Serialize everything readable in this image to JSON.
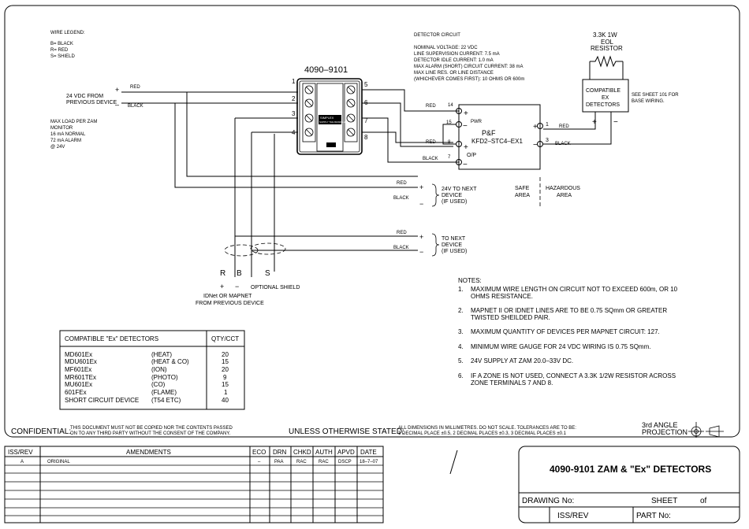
{
  "legend": {
    "title": "WIRE LEGEND:",
    "lines": [
      "B= BLACK",
      "R= RED",
      "S= SHIELD"
    ]
  },
  "supply": {
    "plus": "+",
    "minus": "–",
    "label_line1": "24 VDC FROM",
    "label_line2": "PREVIOUS DEVICE",
    "red": "RED",
    "black": "BLACK"
  },
  "maxload": {
    "lines": [
      "MAX LOAD PER ZAM",
      "MONITOR",
      "16 mA NORMAL",
      "72 mA ALARM",
      "@ 24V"
    ]
  },
  "module": {
    "title": "4090–9101",
    "terminals_left": [
      "1",
      "2",
      "3",
      "4"
    ],
    "terminals_right": [
      "5",
      "6",
      "7",
      "8"
    ],
    "brand": "SIMPLEX",
    "subtitle": "SUPPLY THE RESIDENT ZAM"
  },
  "detector_circuit": {
    "title": "DETECTOR CIRCUIT",
    "lines": [
      "NOMINAL VOLTAGE: 22 VDC",
      "LINE SUPERVISION CURRENT: 7.5 mA",
      "DETECTOR IDLE CURRENT: 1.0 mA",
      "MAX ALARM (SHORT) CIRCUIT CURRENT: 38 mA",
      "MAX LINE RES. OR LINE DISTANCE",
      "(WHICHEVER COMES FIRST): 10 OHMS OR 600m"
    ]
  },
  "barrier": {
    "name_line1": "P&F",
    "name_line2": "KFD2–STC4–EX1",
    "pwr": "PWR",
    "op": "O/P",
    "t14": "14",
    "t15": "15",
    "t8": "8",
    "t7": "7",
    "t1": "1",
    "t3": "3",
    "red_left_top": "RED",
    "red_left_mid": "RED",
    "black_left": "BLACK",
    "red_right": "RED",
    "black_right": "BLACK"
  },
  "eol": {
    "line1": "3.3K 1W",
    "line2": "EOL",
    "line3": "RESISTOR"
  },
  "ex_detectors": {
    "line1": "COMPATIBLE",
    "line2": "EX",
    "line3": "DETECTORS",
    "note_line1": "SEE SHEET 101 FOR",
    "note_line2": "BASE WIRING."
  },
  "areas": {
    "safe_line1": "SAFE",
    "safe_line2": "AREA",
    "haz_line1": "HAZARDOUS",
    "haz_line2": "AREA"
  },
  "next_24v": {
    "red": "RED",
    "black": "BLACK",
    "line1": "24V TO NEXT",
    "line2": "DEVICE",
    "line3": "(IF USED)"
  },
  "next_dev": {
    "red": "RED",
    "black": "BLACK",
    "line1": "TO NEXT",
    "line2": "DEVICE",
    "line3": "(IF USED)"
  },
  "idnet": {
    "r": "R",
    "b": "B",
    "s": "S",
    "optional_shield": "OPTIONAL SHIELD",
    "line1": "IDNet OR MAPNET",
    "line2": "FROM PREVIOUS DEVICE"
  },
  "notes": {
    "title": "NOTES:",
    "items": [
      {
        "num": "1.",
        "lines": [
          "MAXIMUM WIRE LENGTH ON CIRCUIT NOT TO EXCEED 600m, OR 10",
          "OHMS RESISTANCE."
        ]
      },
      {
        "num": "2.",
        "lines": [
          "MAPNET II OR IDNET LINES ARE TO BE 0.75 SQmm OR GREATER",
          "TWISTED SHEILDED PAIR."
        ]
      },
      {
        "num": "3.",
        "lines": [
          "MAXIMUM QUANTITY OF DEVICES PER MAPNET CIRCUIT: 127."
        ]
      },
      {
        "num": "4.",
        "lines": [
          "MINIMUM WIRE GAUGE FOR 24 VDC WIRING IS 0.75 SQmm."
        ]
      },
      {
        "num": "5.",
        "lines": [
          "24V SUPPLY AT ZAM 20.0–33V DC."
        ]
      },
      {
        "num": "6.",
        "lines": [
          "IF A ZONE IS NOT USED, CONNECT A 3.3K 1/2W RESISTOR ACROSS",
          "ZONE TERMINALS 7 AND 8."
        ]
      }
    ]
  },
  "table": {
    "header_name": "COMPATIBLE \"Ex\" DETECTORS",
    "header_qty": "QTY/CCT",
    "rows": [
      {
        "model": "MD601Ex",
        "type": "(HEAT)",
        "qty": "20"
      },
      {
        "model": "MDU601Ex",
        "type": "(HEAT & CO)",
        "qty": "15"
      },
      {
        "model": "MF601Ex",
        "type": "(ION)",
        "qty": "20"
      },
      {
        "model": "MR601TEx",
        "type": "(PHOTO)",
        "qty": "9"
      },
      {
        "model": "MU601Ex",
        "type": "(CO)",
        "qty": "15"
      },
      {
        "model": "601FEx",
        "type": "(FLAME)",
        "qty": "1"
      },
      {
        "model": "SHORT CIRCUIT DEVICE",
        "type": "(T54 ETC)",
        "qty": "40"
      }
    ]
  },
  "footer": {
    "confidential": "CONFIDENTIAL:",
    "conf_line1": "THIS DOCUMENT MUST NOT BE COPIED NOR THE CONTENTS PASSED",
    "conf_line2": "ON TO ANY THIRD PARTY WITHOUT THE CONSENT OF THE COMPANY.",
    "unless": "UNLESS OTHERWISE STATED:",
    "dim_line1": "ALL DIMENSIONS IN MILLIMETRES. DO NOT SCALE. TOLERANCES ARE TO BE:",
    "dim_line2": "1 DECIMAL PLACE ±0.5, 2 DECIMAL PLACES ±0.3, 3 DECIMAL PLACES ±0.1",
    "proj_line1": "3rd ANGLE",
    "proj_line2": "PROJECTION"
  },
  "title_block": {
    "headers": [
      "ISS/REV",
      "AMENDMENTS",
      "ECO",
      "DRN",
      "CHKD",
      "AUTH",
      "APVD",
      "DATE"
    ],
    "row": [
      "A",
      "ORIGINAL",
      "–",
      "PAA",
      "RAC",
      "RAC",
      "DSCP",
      "18–7–07"
    ],
    "drawing_title": "4090-9101 ZAM & \"Ex\" DETECTORS",
    "drawing_no": "DRAWING No:",
    "sheet": "SHEET",
    "of": "of",
    "iss_rev": "ISS/REV",
    "part_no": "PART No:"
  }
}
